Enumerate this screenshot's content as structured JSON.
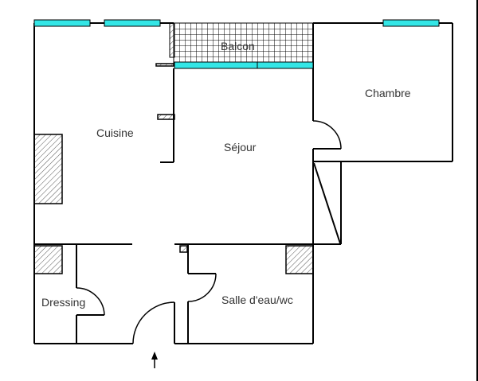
{
  "plan": {
    "colors": {
      "wall": "#000000",
      "window": "#33e6e6",
      "hatch": "#555555",
      "background": "#ffffff",
      "label": "#333333"
    },
    "rooms": [
      {
        "id": "balcon",
        "label": "Balcon"
      },
      {
        "id": "cuisine",
        "label": "Cuisine"
      },
      {
        "id": "sejour",
        "label": "Séjour"
      },
      {
        "id": "chambre",
        "label": "Chambre"
      },
      {
        "id": "dressing",
        "label": "Dressing"
      },
      {
        "id": "salle-deau-wc",
        "label": "Salle d'eau/wc"
      }
    ],
    "entrance": {
      "icon": "arrow-up-icon",
      "meaning": "entrance"
    }
  }
}
